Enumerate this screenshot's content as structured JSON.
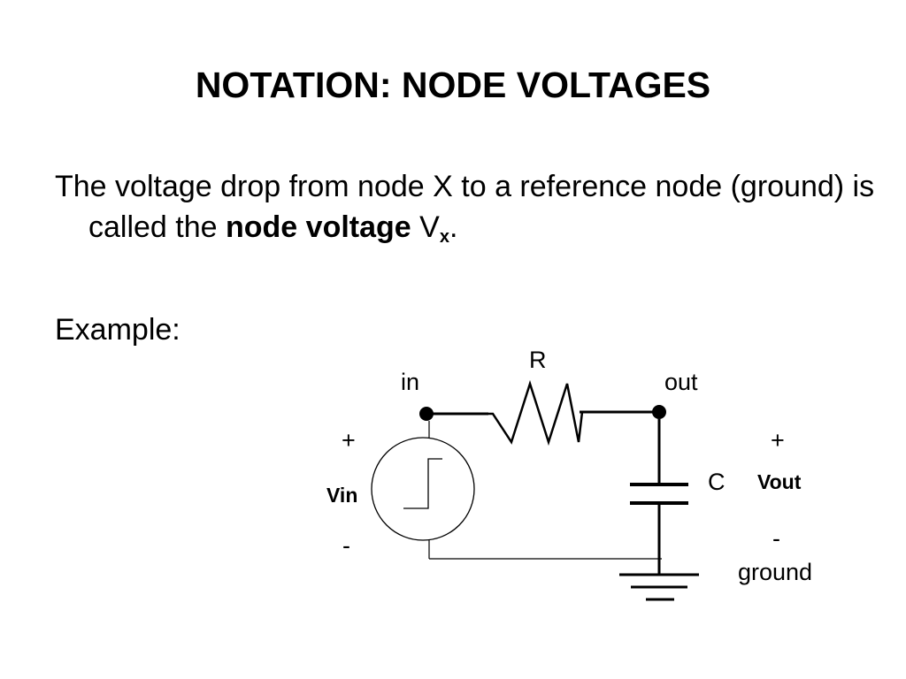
{
  "slide": {
    "title": "NOTATION:  NODE VOLTAGES",
    "definition": {
      "text_before": "The voltage drop from node X to a reference node (ground) is called the ",
      "bold_term": "node voltage",
      "symbol": "V",
      "subscript": "x",
      "trailing": "."
    },
    "example_label": "Example:"
  },
  "diagram": {
    "resistor_label": "R",
    "capacitor_label": "C",
    "node_in_label": "in",
    "node_out_label": "out",
    "vin_plus": "+",
    "vin_label": "Vin",
    "vin_minus": "-",
    "vout_plus": "+",
    "vout_label": "Vout",
    "vout_minus": "-",
    "ground_label": "ground"
  }
}
